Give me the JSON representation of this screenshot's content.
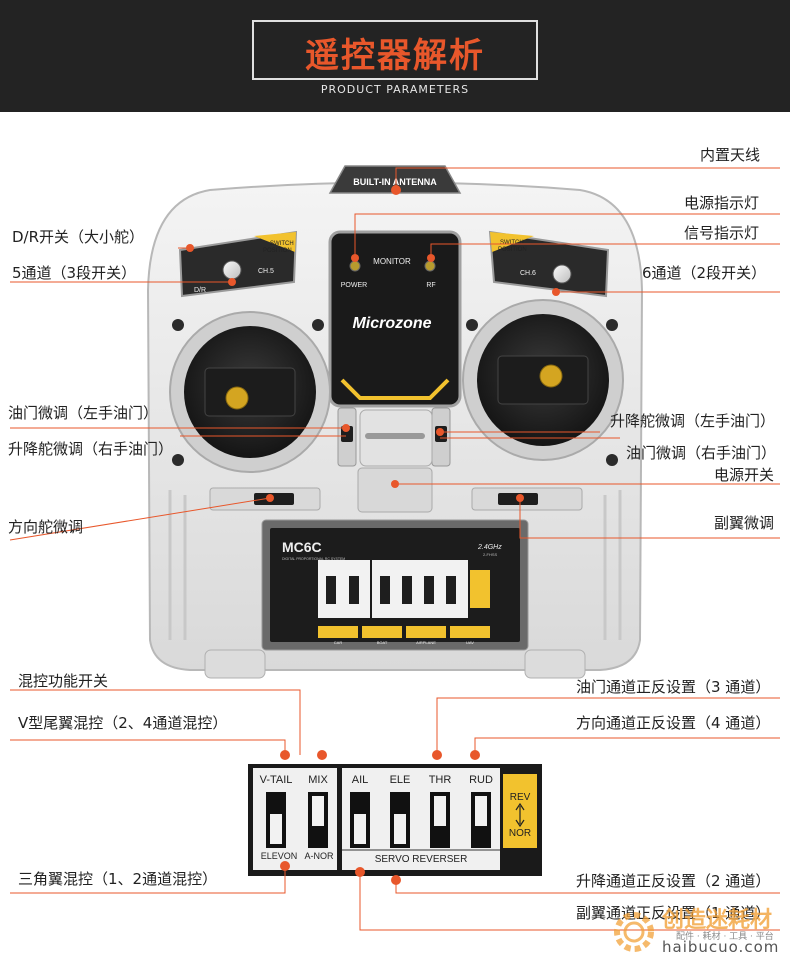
{
  "header": {
    "title": "遥控器解析",
    "subtitle": "PRODUCT PARAMETERS"
  },
  "transmitter": {
    "antenna": "BUILT-IN ANTENNA",
    "monitor": "MONITOR",
    "power": "POWER",
    "rf": "RF",
    "brand": "Microzone",
    "switch_position": [
      "SWITCH",
      "POSITION"
    ],
    "ch5": "CH.5",
    "ch6": "CH.6",
    "dr": "D/R",
    "model": "MC6C",
    "freq": "2.4GHz",
    "fhss": "2-FHSS",
    "small_line": "DIGITAL PROPORTIONAL RC SYSTEM",
    "mode_icons": [
      "car-icon",
      "boat-icon",
      "airplane-icon",
      "uav-icon"
    ],
    "mode_labels": [
      "CAR",
      "BOAT",
      "AIRPLANE",
      "UAV"
    ]
  },
  "labels": {
    "antenna": "内置天线",
    "power_led": "电源指示灯",
    "rf_led": "信号指示灯",
    "dr_switch": "D/R开关（大小舵）",
    "ch5": "5通道（3段开关）",
    "ch6": "6通道（2段开关）",
    "thr_trim_left": "油门微调（左手油门）",
    "ele_trim_right": "升降舵微调（右手油门）",
    "ele_trim_left": "升降舵微调（左手油门）",
    "thr_trim_right": "油门微调（右手油门）",
    "power_switch": "电源开关",
    "rud_trim": "方向舵微调",
    "ail_trim": "副翼微调",
    "mix_switch": "混控功能开关",
    "vtail_mix": "V型尾翼混控（2、4通道混控）",
    "thr_reverse": "油门通道正反设置（3 通道）",
    "rud_reverse": "方向通道正反设置（4 通道）",
    "delta_mix": "三角翼混控（1、2通道混控）",
    "ele_reverse": "升降通道正反设置（2 通道）",
    "ail_reverse": "副翼通道正反设置（1 通道）"
  },
  "panel": {
    "mix_top": [
      "V-TAIL",
      "MIX"
    ],
    "mix_bottom": [
      "ELEVON",
      "A-NOR"
    ],
    "channels": [
      "AIL",
      "ELE",
      "THR",
      "RUD"
    ],
    "servo": "SERVO REVERSER",
    "rev": "REV",
    "nor": "NOR"
  },
  "watermark": {
    "cn": "创造迷耗材",
    "sub": "配件 · 耗材 · 工具 · 平台",
    "url": "haibucuo.com"
  },
  "colors": {
    "accent": "#e8572b",
    "header_bg": "#232323",
    "yellow": "#f2c22e",
    "line": "#e8572b"
  }
}
